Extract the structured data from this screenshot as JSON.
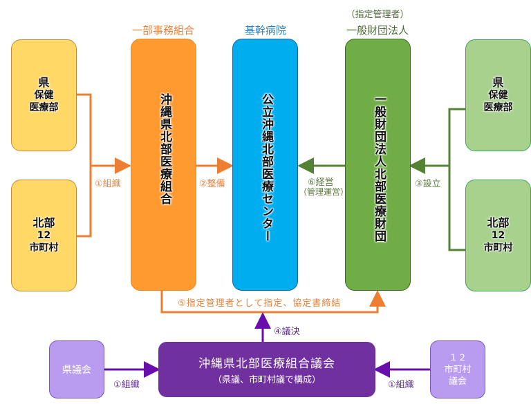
{
  "headings": {
    "union": "一部事務組合",
    "hospital": "基幹病院",
    "manager_note": "（指定管理者）",
    "foundation": "一般財団法人"
  },
  "left_boxes": [
    {
      "lines": [
        "県",
        "保健",
        "医療部"
      ]
    },
    {
      "lines": [
        "北部",
        "12",
        "市町村"
      ]
    }
  ],
  "right_boxes": [
    {
      "lines": [
        "県",
        "保健",
        "医療部"
      ]
    },
    {
      "lines": [
        "北部",
        "12",
        "市町村"
      ]
    }
  ],
  "main_boxes": {
    "union": "沖縄県北部医療組合",
    "hospital": "公立沖縄北部医療センター",
    "foundation": "一般財団法人北部医療財団"
  },
  "assembly": {
    "title": "沖縄県北部医療組合議会",
    "subtitle": "（県議、市町村議で構成）",
    "left_box": "県議会",
    "right_box": [
      "１２",
      "市町村",
      "議会"
    ]
  },
  "arrow_labels": {
    "organize_top": "①組織",
    "develop": "②整備",
    "establish": "③設立",
    "resolve": "④議決",
    "designate": "⑤指定管理者として指定、協定書締結",
    "operate": "⑥経営",
    "operate_sub": "（管理運営）",
    "organize_left": "①組織",
    "organize_right": "①組織"
  },
  "colors": {
    "orange_label": "#e8823a",
    "blue_label": "#2a7fc0",
    "green_label": "#5a7a3a",
    "yellow_box": "#ffd866",
    "orange_box": "#ff9a30",
    "blue_box": "#00aeef",
    "green_box": "#70ad47",
    "light_green_box": "#a9d18e",
    "purple_box": "#7030a0",
    "light_purple_box": "#b99cf0"
  }
}
